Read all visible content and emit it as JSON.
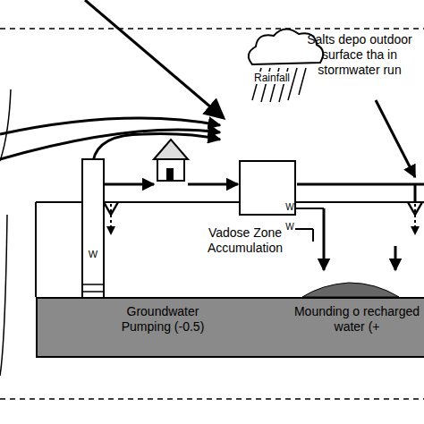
{
  "diagram": {
    "nodes": [
      {
        "text": [
          "Groundwater Pumping (-0.5)",
          "Mounding o recharged water (+"
        ]
      }
    ],
    "labels": [
      "Rainfall",
      "Salts depo outdoor surface tha in stormwater run",
      "Vadose Zone Accumulation",
      "W",
      "W",
      "W"
    ]
  }
}
